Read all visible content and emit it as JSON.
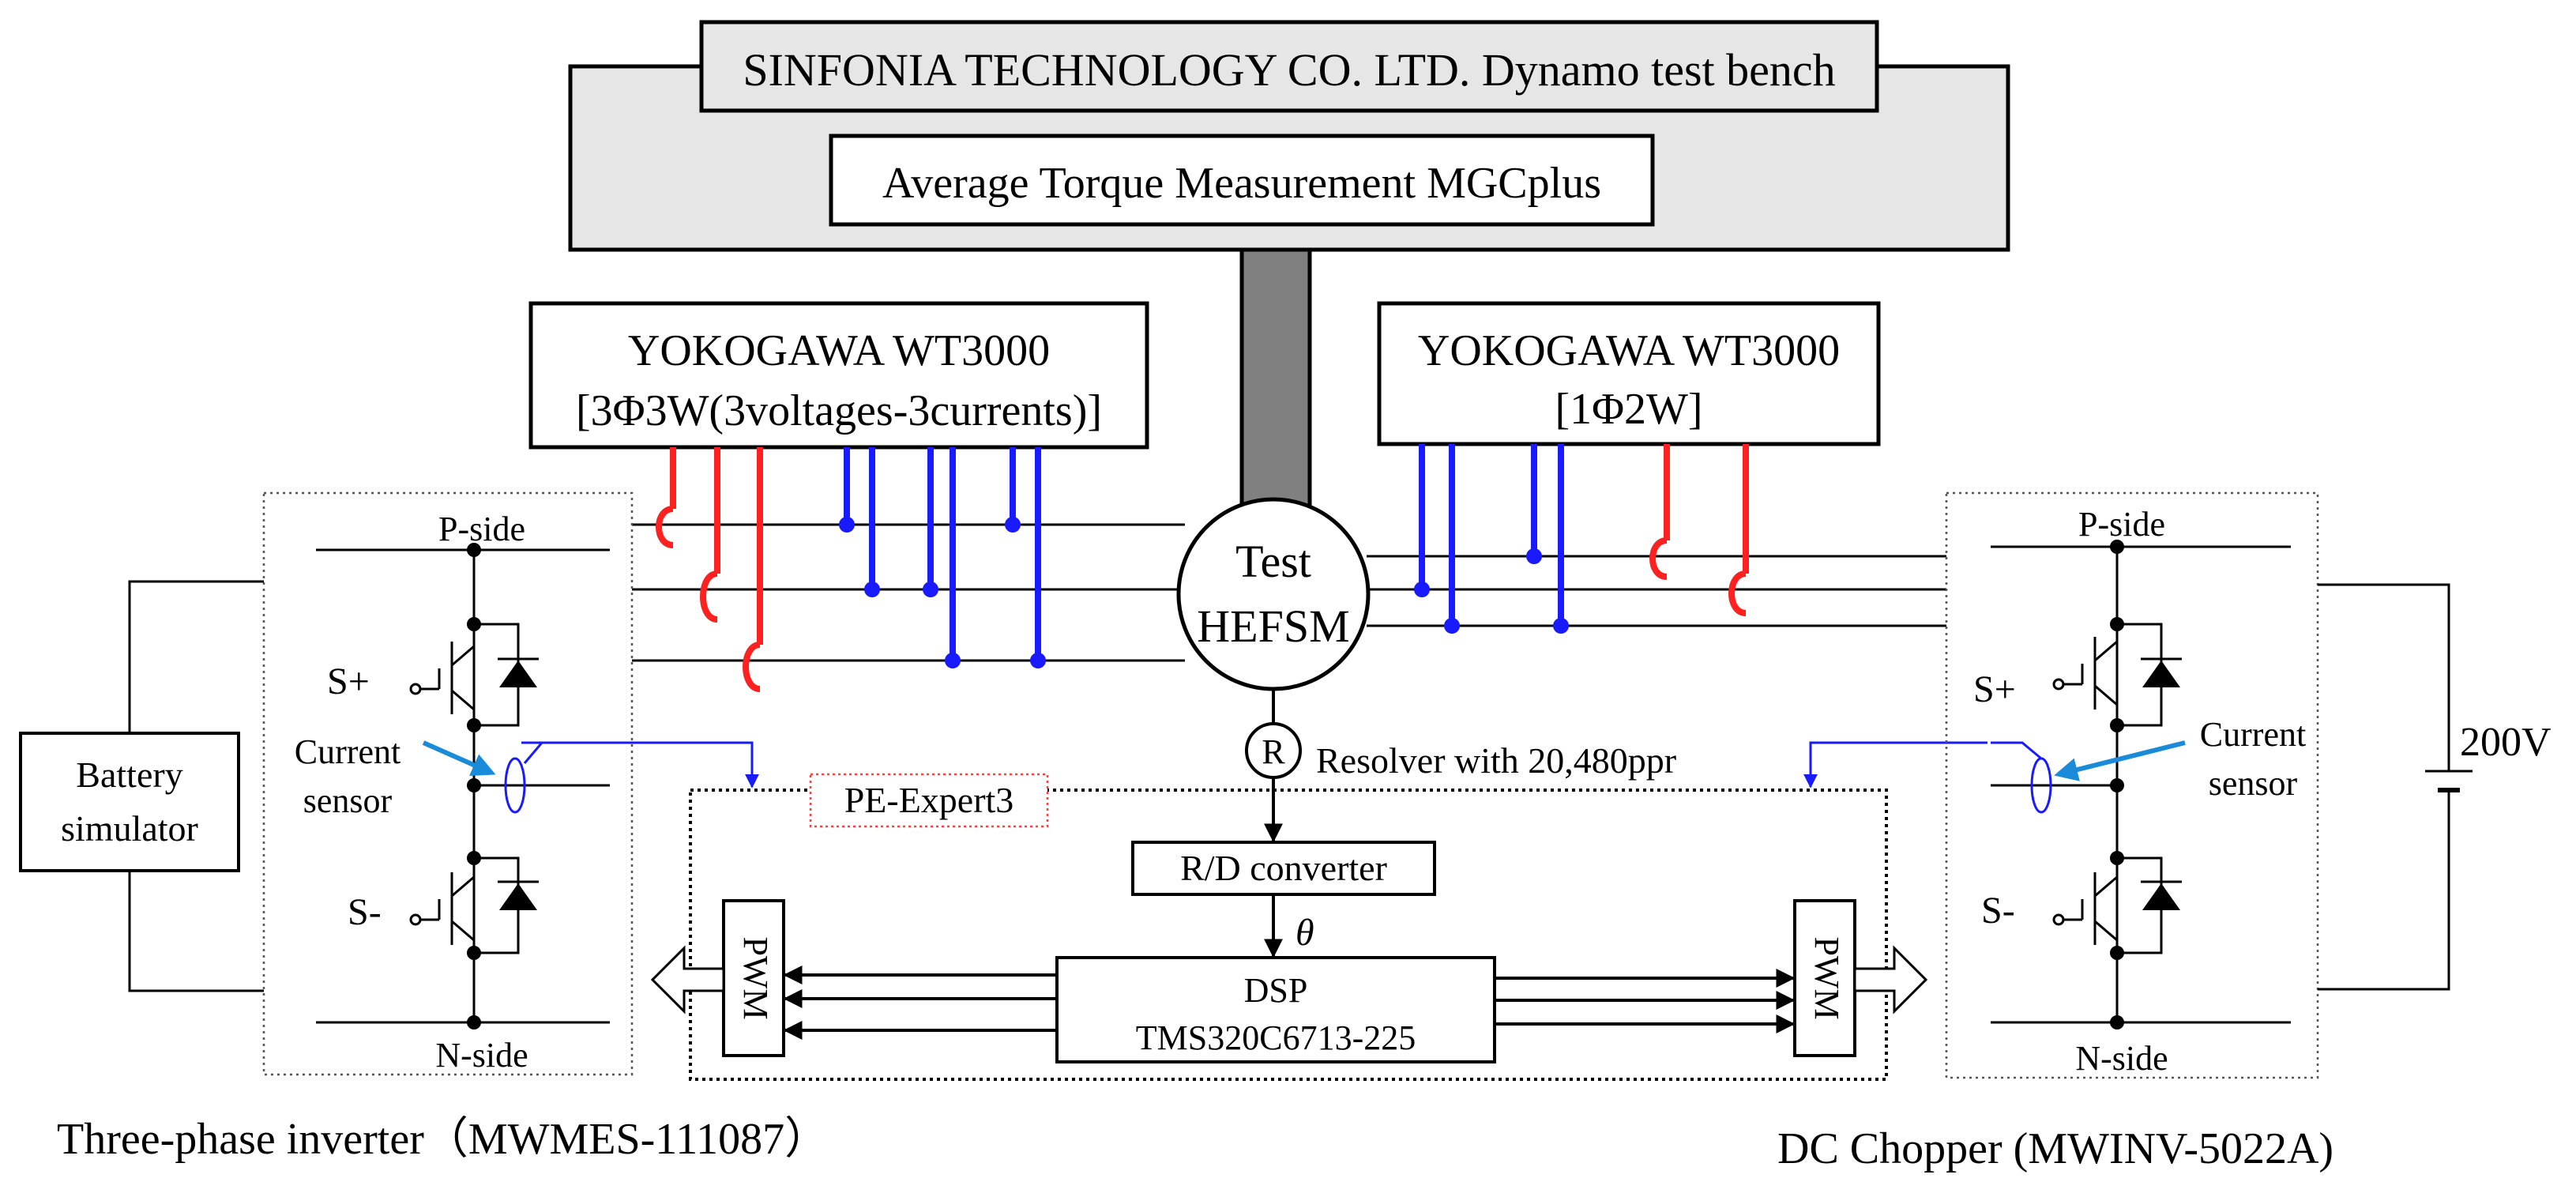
{
  "test_bench": {
    "title": "SINFONIA TECHNOLOGY CO. LTD. Dynamo test bench",
    "torque": "Average Torque Measurement MGCplus"
  },
  "wt_left": {
    "line1": "YOKOGAWA WT3000",
    "line2": "[3Φ3W(3voltages-3currents)]"
  },
  "wt_right": {
    "line1": "YOKOGAWA WT3000",
    "line2": "[1Φ2W]"
  },
  "motor": {
    "line1": "Test",
    "line2": "HEFSM"
  },
  "resolver": {
    "symbol": "R",
    "label": "Resolver with 20,480ppr"
  },
  "pe_expert": {
    "label": "PE-Expert3"
  },
  "rd_converter": {
    "label": "R/D converter"
  },
  "theta": {
    "label": "θ"
  },
  "dsp": {
    "line1": "DSP",
    "line2": "TMS320C6713-225"
  },
  "pwm": {
    "label": "PWM"
  },
  "inverter": {
    "p_side": "P-side",
    "n_side": "N-side",
    "s_plus": "S+",
    "s_minus": "S-",
    "current_sensor_1": "Current",
    "current_sensor_2": "sensor",
    "caption": "Three-phase inverter（MWMES-111087）"
  },
  "chopper": {
    "p_side": "P-side",
    "n_side": "N-side",
    "s_plus": "S+",
    "s_minus": "S-",
    "current_sensor_1": "Current",
    "current_sensor_2": "sensor",
    "caption": "DC Chopper (MWINV-5022A)"
  },
  "battery": {
    "line1": "Battery",
    "line2": "simulator"
  },
  "supply": {
    "voltage": "200V"
  },
  "colors": {
    "voltage_probe": "#1a1aff",
    "current_probe": "#ff2020"
  }
}
